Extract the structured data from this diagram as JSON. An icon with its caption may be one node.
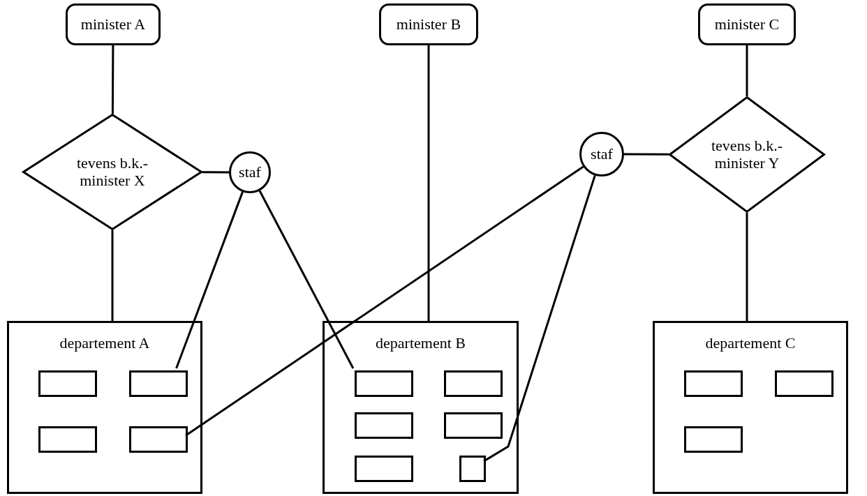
{
  "diagram": {
    "nodes": [
      {
        "text": [
          "minister A"
        ]
      },
      {
        "text": [
          "minister B"
        ]
      },
      {
        "text": [
          "minister C"
        ]
      },
      {
        "text": [
          "tevens b.k.- minister X"
        ]
      },
      {
        "text": [
          "staf"
        ]
      },
      {
        "text": [
          "staf"
        ]
      },
      {
        "text": [
          "tevens b.k.- minister Y"
        ]
      },
      {
        "text": [
          "departement A"
        ]
      },
      {
        "text": [],
        "shape": "box",
        "in": 7
      },
      {
        "text": [],
        "shape": "box",
        "in": 7
      },
      {
        "text": [],
        "shape": "box",
        "in": 7
      },
      {
        "text": [],
        "shape": "box",
        "in": 7
      },
      {
        "text": [
          "departement B"
        ]
      },
      {
        "text": [],
        "shape": "box",
        "in": 12
      },
      {
        "text": [],
        "shape": "box",
        "in": 12
      },
      {
        "text": [],
        "shape": "box",
        "in": 12
      },
      {
        "text": [],
        "shape": "box",
        "in": 12
      },
      {
        "text": [],
        "shape": "box",
        "in": 12
      },
      {
        "text": [],
        "shape": "box",
        "in": 12
      },
      {
        "text": [
          "departement C"
        ]
      },
      {
        "text": [],
        "shape": "box",
        "in": 19
      },
      {
        "text": [],
        "shape": "box",
        "in": 19
      },
      {
        "text": [],
        "shape": "box",
        "in": 19
      }
    ],
    "edges": [
      {
        "from": 0,
        "to": 3,
        "arrow": "none"
      },
      {
        "from": 3,
        "to": 4,
        "arrow": "none"
      },
      {
        "from": 3,
        "to": 7,
        "arrow": "none"
      },
      {
        "from": 4,
        "to": 9,
        "arrow": "none"
      },
      {
        "from": 4,
        "to": 13,
        "arrow": "none"
      },
      {
        "from": 1,
        "to": 12,
        "arrow": "none"
      },
      {
        "from": 2,
        "to": 6,
        "arrow": "none"
      },
      {
        "from": 5,
        "to": 6,
        "arrow": "none"
      },
      {
        "from": 6,
        "to": 19,
        "arrow": "none"
      },
      {
        "from": 5,
        "to": 11,
        "arrow": "none"
      },
      {
        "from": 5,
        "to": 18,
        "arrow": "none"
      }
    ]
  }
}
